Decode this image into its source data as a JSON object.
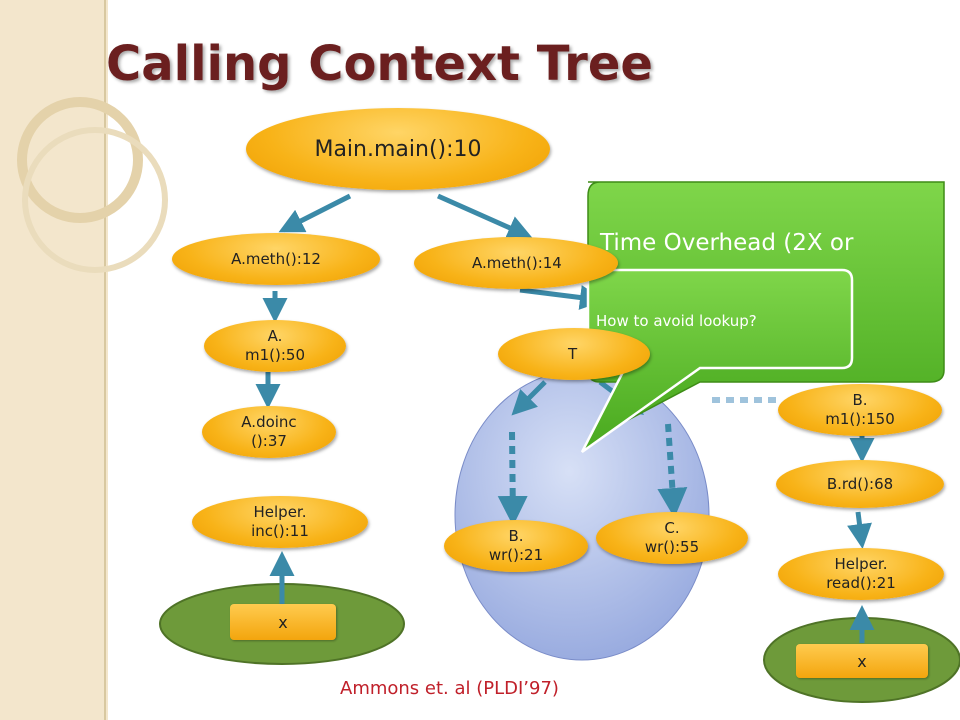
{
  "title": "Calling Context Tree",
  "nodes": {
    "main": "Main.main():10",
    "a_meth_12": "A.meth():12",
    "a_meth_14": "A.meth():14",
    "a_m1_50": "A.\nm1():50",
    "a_doinc_37": "A.doinc\n():37",
    "helper_inc_11": "Helper.\ninc():11",
    "t_partial": "T",
    "b_m1_150": "B.\nm1():150",
    "b_rd_68": "B.rd():68",
    "helper_read_21": "Helper.\nread():21",
    "b_wr_21": "B.\nwr():21",
    "c_wr_55": "C.\nwr():55"
  },
  "x_left": "x",
  "x_right": "x",
  "callout_large": "Time Overhead (2X or",
  "callout_small": "How to avoid lookup?",
  "citation": "Ammons et. al (PLDI’97)",
  "colors": {
    "title": "#6b1f1f",
    "node": "#f8b318",
    "callout": "#5cc02a",
    "bubble": "#aebde8",
    "x_ellipse": "#6e9a3a",
    "arrow": "#3b8aa8",
    "citation": "#c0202a"
  }
}
